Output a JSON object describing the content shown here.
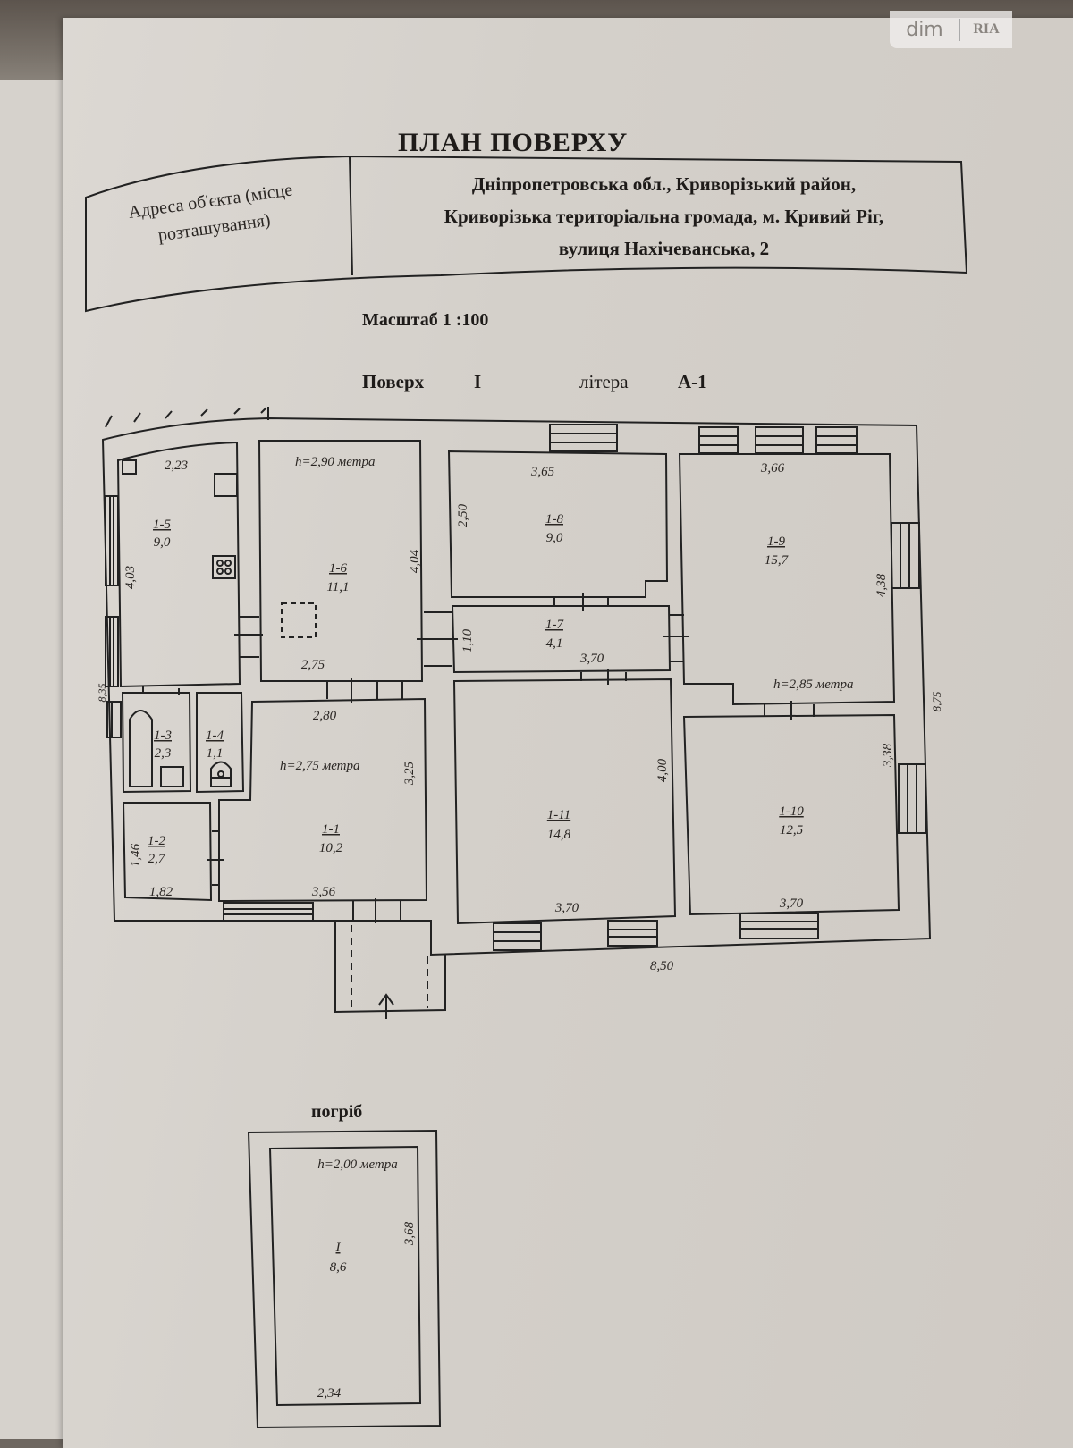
{
  "watermark": {
    "left": "dim",
    "right": "RIA"
  },
  "document": {
    "title": "ПЛАН ПОВЕРХУ",
    "address_label": "Адреса об'єкта (місце розташування)",
    "address_value": [
      "Дніпропетровська обл., Криворізький район,",
      "Криворізька територіальна громада, м. Кривий Ріг,",
      "вулиця Нахічеванська, 2"
    ],
    "scale": "Масштаб 1 :100",
    "floor_label": "Поверх",
    "floor_value": "I",
    "letter_label": "літера",
    "letter_value": "А-1"
  },
  "plan": {
    "outer_dimensions": {
      "left": "8,35",
      "right": "8,75",
      "bottom": "8,50"
    },
    "heights": [
      {
        "room": "1-6",
        "text": "h=2,90 метра"
      },
      {
        "room": "1-1",
        "text": "h=2,75 метра"
      },
      {
        "room": "1-9",
        "text": "h=2,85 метра"
      }
    ],
    "rooms": [
      {
        "id": "1-1",
        "area": "10,2",
        "dims": [
          "2,80",
          "3,25",
          "3,56"
        ]
      },
      {
        "id": "1-2",
        "area": "2,7",
        "dims": [
          "1,46",
          "1,82"
        ]
      },
      {
        "id": "1-3",
        "area": "2,3",
        "dims": []
      },
      {
        "id": "1-4",
        "area": "1,1",
        "dims": []
      },
      {
        "id": "1-5",
        "area": "9,0",
        "dims": [
          "2,23",
          "4,03"
        ]
      },
      {
        "id": "1-6",
        "area": "11,1",
        "dims": [
          "4,04",
          "2,75"
        ]
      },
      {
        "id": "1-7",
        "area": "4,1",
        "dims": [
          "1,10",
          "3,70"
        ]
      },
      {
        "id": "1-8",
        "area": "9,0",
        "dims": [
          "3,65",
          "2,50"
        ]
      },
      {
        "id": "1-9",
        "area": "15,7",
        "dims": [
          "3,66",
          "4,38"
        ]
      },
      {
        "id": "1-10",
        "area": "12,5",
        "dims": [
          "3,38",
          "3,70"
        ]
      },
      {
        "id": "1-11",
        "area": "14,8",
        "dims": [
          "4,00",
          "3,70"
        ]
      }
    ]
  },
  "cellar": {
    "title": "погріб",
    "height": "h=2,00 метра",
    "room_id": "I",
    "area": "8,6",
    "dims": [
      "3,68",
      "2,34"
    ]
  }
}
